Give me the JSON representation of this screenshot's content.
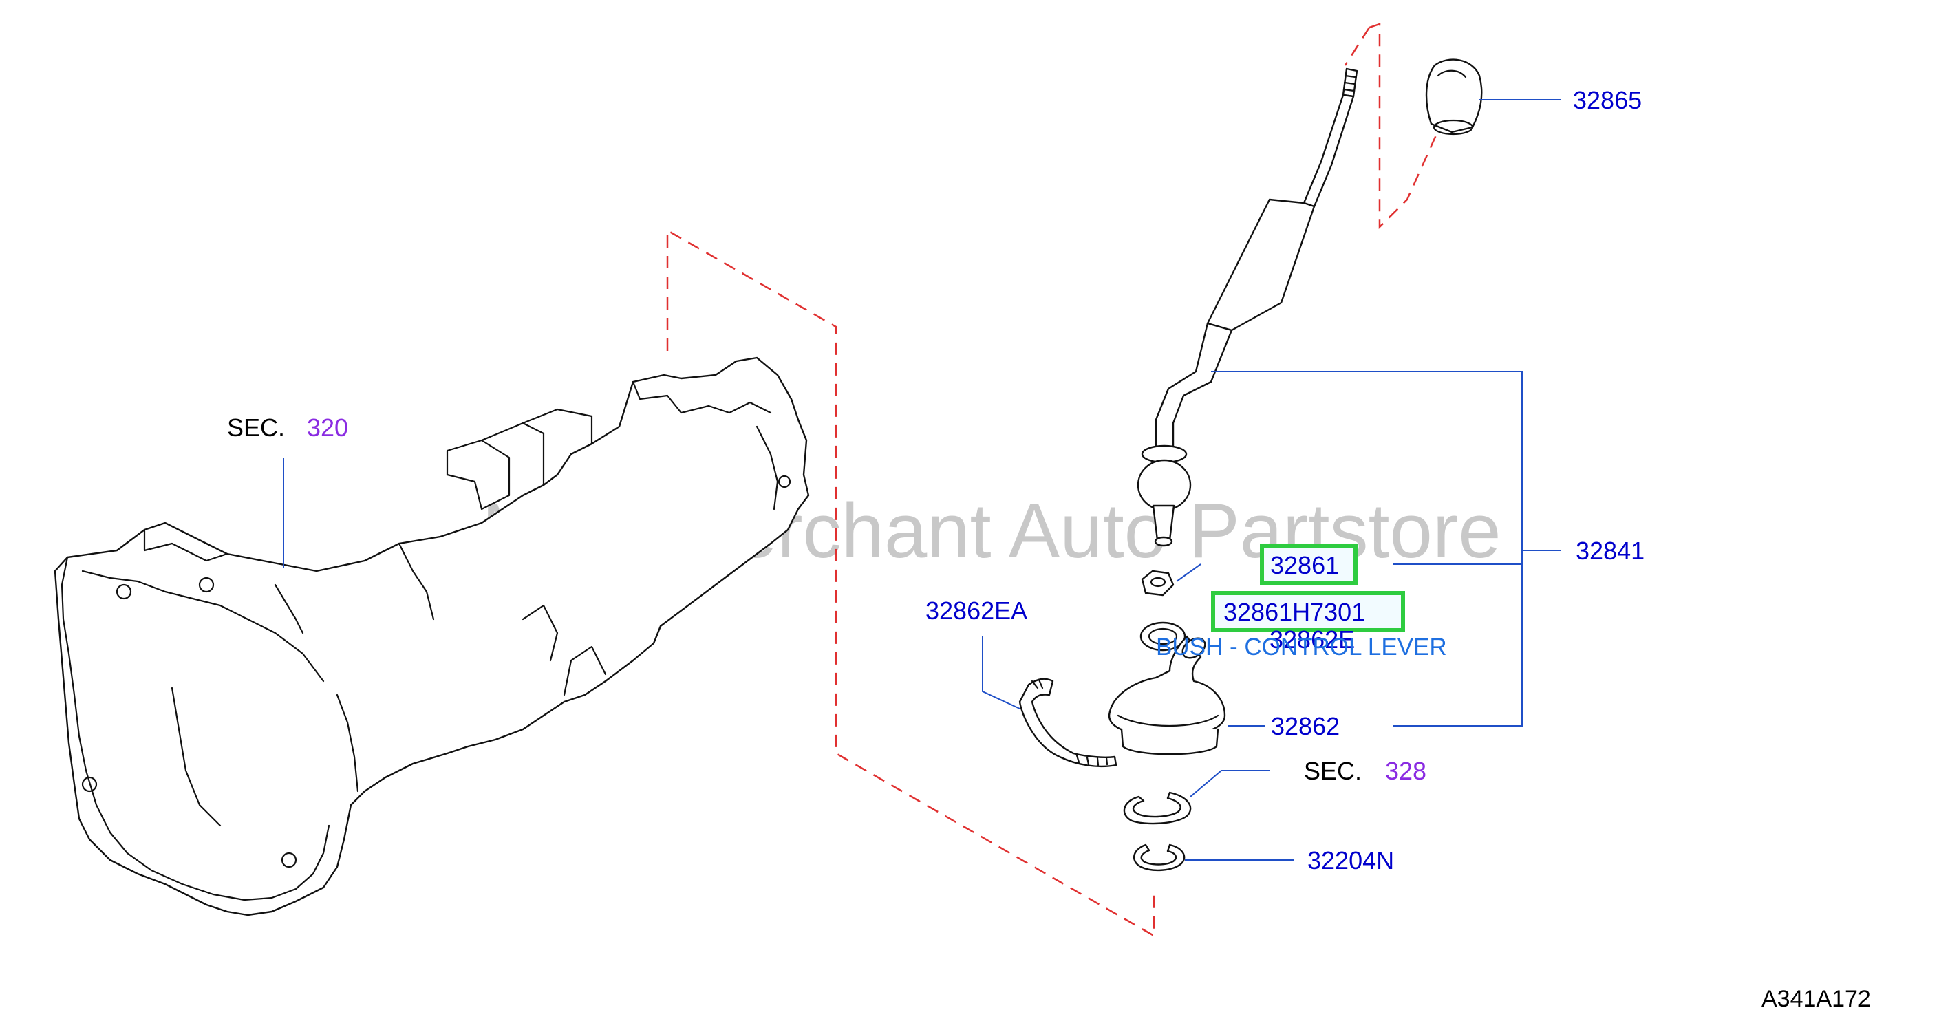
{
  "watermark": "Multi-Merchant Auto Partstore",
  "diagram_ref": "A341A172",
  "sections": [
    {
      "prefix": "SEC.",
      "number": "320"
    },
    {
      "prefix": "SEC.",
      "number": "328"
    }
  ],
  "parts": {
    "knob": "32865",
    "lever_assembly": "32841",
    "bush": "32861",
    "highlight_part_number": "32861H7301",
    "highlight_description": "BUSH - CONTROL LEVER",
    "boot_ring": "32862E",
    "boot": "32862",
    "boot_band": "32862EA",
    "snap_ring": "32204N"
  },
  "colors": {
    "part_label": "#0000cc",
    "section_number": "#8a2be2",
    "leader_line": "#1f4fc7",
    "dashed_guide": "#e03030",
    "highlight_border": "#2ecc40",
    "description": "#1e6fe0"
  }
}
